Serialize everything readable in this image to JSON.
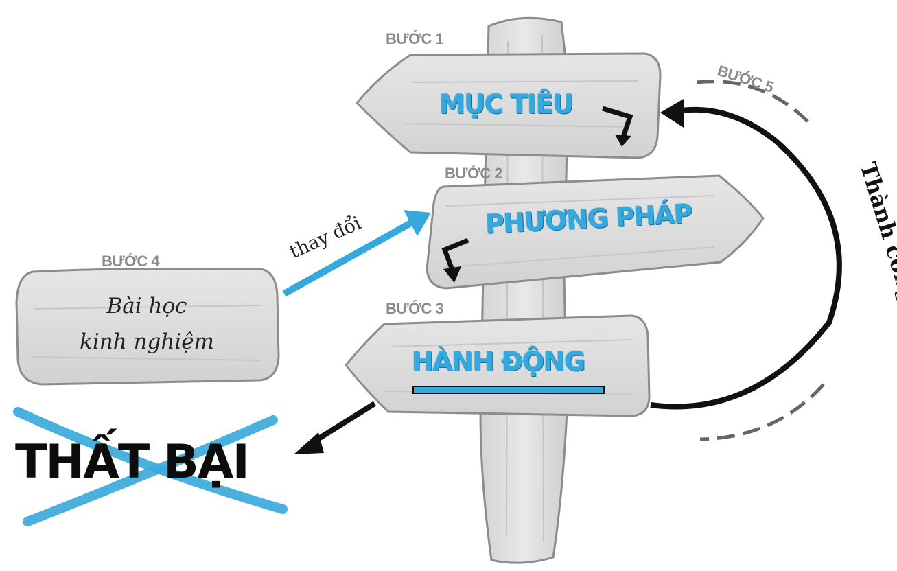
{
  "steps": {
    "step1": {
      "label": "BƯỚC 1",
      "text": "MỤC TIÊU"
    },
    "step2": {
      "label": "BƯỚC 2",
      "text": "PHƯƠNG PHÁP"
    },
    "step3": {
      "label": "BƯỚC 3",
      "text": "HÀNH ĐỘNG"
    },
    "step4": {
      "label": "BƯỚC 4",
      "text_line1": "Bài học",
      "text_line2": "kinh nghiệm"
    },
    "step5": {
      "label": "BƯỚC 5"
    }
  },
  "arrows": {
    "change_label": "thay đổi",
    "success_label": "Thành công"
  },
  "failure": {
    "text": "THẤT BẠI"
  },
  "colors": {
    "accent_blue": "#35a8dd",
    "wood_gray": "#dcdcdc",
    "wood_outline": "#8c8c8c",
    "text_dark": "#111111",
    "label_gray": "#8a8a8a"
  }
}
